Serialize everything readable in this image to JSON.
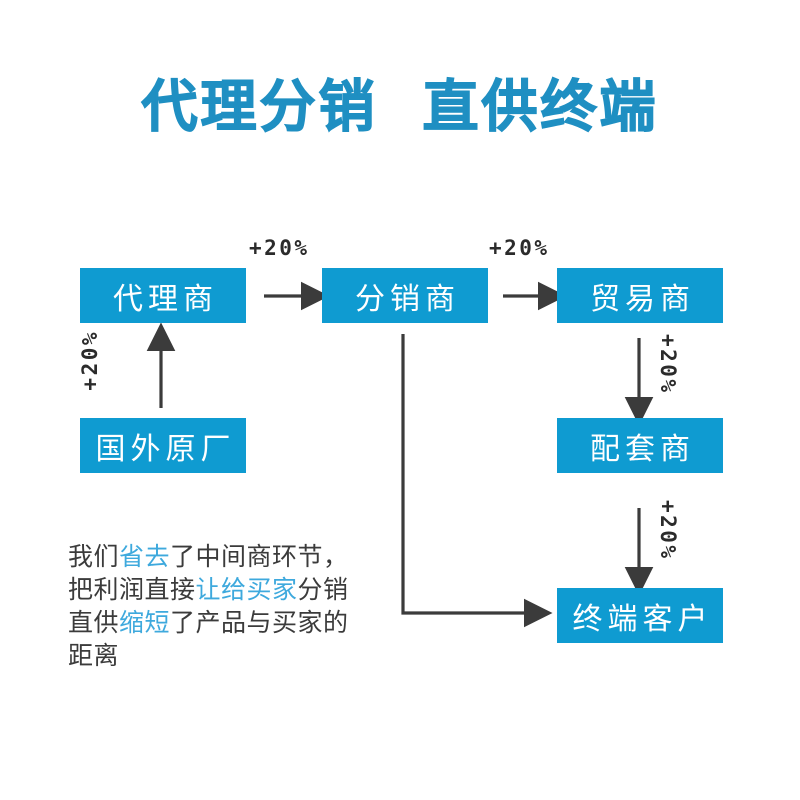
{
  "page": {
    "background": "#ffffff",
    "accent_blue": "#0f9bd1",
    "title_blue": "#1f8fc2",
    "highlight_blue": "#3ea9dd",
    "arrow_gray": "#3b3b3b",
    "text_gray": "#3b3b3b"
  },
  "title": {
    "text": "代理分销  直供终端"
  },
  "nodes": {
    "agent": {
      "label": "代理商"
    },
    "distributor": {
      "label": "分销商"
    },
    "trader": {
      "label": "贸易商"
    },
    "foreign": {
      "label": "国外原厂"
    },
    "supporting": {
      "label": "配套商"
    },
    "enduser": {
      "label": "终端客户"
    }
  },
  "markups": {
    "agent_to_distributor": "+20%",
    "distributor_to_trader": "+20%",
    "foreign_to_agent": "+20%",
    "trader_to_supporting": "+20%",
    "supporting_to_enduser": "+20%"
  },
  "paragraph": {
    "line1_a": "我们",
    "line1_hl": "省去",
    "line1_b": "了中间商环节，",
    "line2_a": "把利润直接",
    "line2_hl": "让给买家",
    "line2_b": "分销",
    "line3_a": "直供",
    "line3_hl": "缩短",
    "line3_b": "了产品与买家的",
    "line4": "距离"
  },
  "icons": {
    "arrow_right": "arrow-right-icon",
    "arrow_up": "arrow-up-icon",
    "arrow_down": "arrow-down-icon",
    "elbow_connector": "elbow-connector-icon"
  }
}
